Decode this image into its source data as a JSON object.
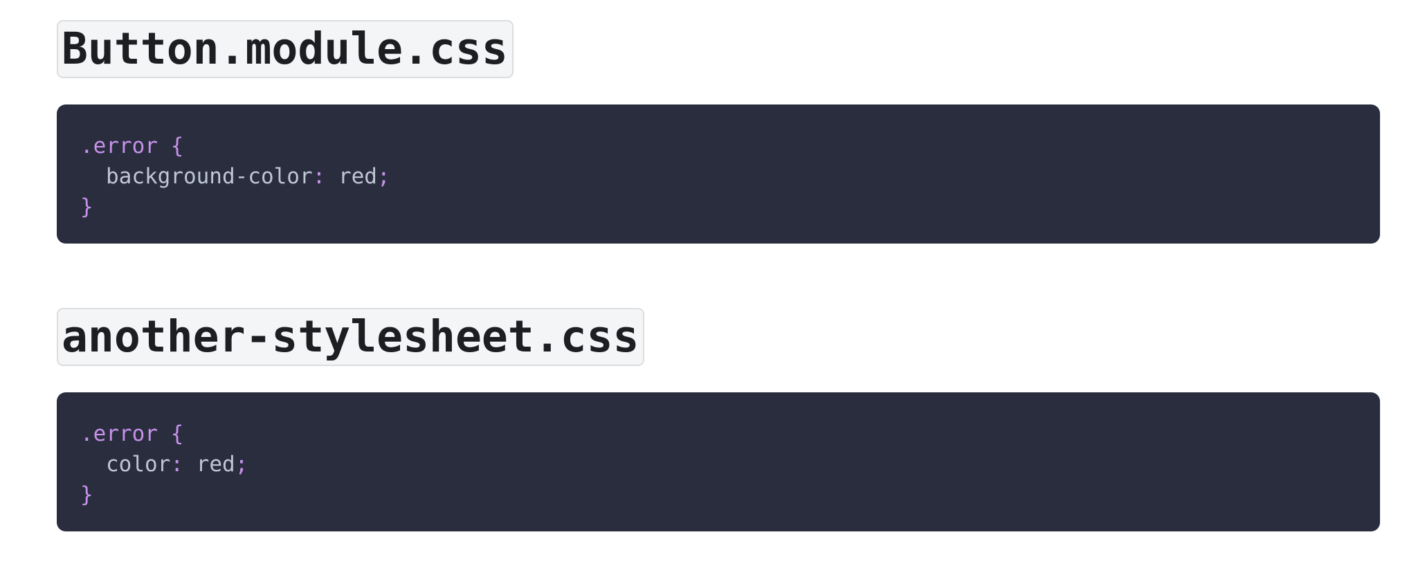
{
  "sections": [
    {
      "filename": "Button.module.css",
      "code": {
        "selector": ".error",
        "open_brace": "{",
        "property": "background-color",
        "colon": ":",
        "value": "red",
        "semicolon": ";",
        "close_brace": "}"
      }
    },
    {
      "filename": "another-stylesheet.css",
      "code": {
        "selector": ".error",
        "open_brace": "{",
        "property": "color",
        "colon": ":",
        "value": "red",
        "semicolon": ";",
        "close_brace": "}"
      }
    }
  ],
  "colors": {
    "code_background": "#292d3e",
    "syntax_purple": "#c792ea",
    "code_text": "#bfc7d5",
    "heading_background": "#f4f5f7",
    "heading_text": "#1c1e21"
  }
}
